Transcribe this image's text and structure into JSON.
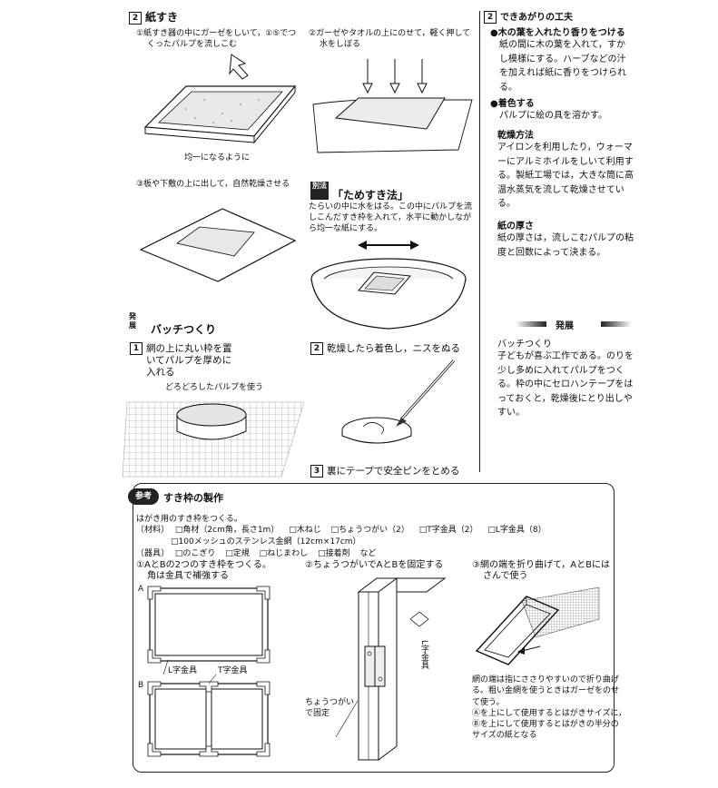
{
  "section2": {
    "num": "2",
    "title": "紙すき",
    "step1": {
      "line1": "①紙すき器の中にガーゼをしいて，①⑤でつ",
      "line2": "くったパルプを流しこむ",
      "caption": "均一になるように"
    },
    "step2": {
      "line1": "②ガーゼやタオルの上にのせて，軽く押して",
      "line2": "水をしぼる"
    },
    "step3": {
      "text": "③板や下敷の上に出して，自然乾燥させる"
    }
  },
  "betsuho": {
    "badge": "別法",
    "title": "「ためすき法」",
    "line1": "たらいの中に水をはる。この中にパルプを流",
    "line2": "しこんだすき枠を入れて，水平に動かしなが",
    "line3": "ら均一な紙にする。"
  },
  "batch": {
    "badge_top": "発",
    "badge_bottom": "展",
    "title": "バッチつくり",
    "step1": {
      "num": "1",
      "line1": "網の上に丸い枠を置",
      "line2": "いてパルプを厚めに",
      "line3": "入れる",
      "note": "どろどろしたパルプを使う"
    },
    "step2": {
      "num": "2",
      "text": "乾燥したら着色し，ニスをぬる"
    },
    "step3": {
      "num": "3",
      "text": "裏にテープで安全ピンをとめる"
    }
  },
  "sidebar": {
    "num": "2",
    "title": "できあがりの工夫",
    "bullet1": {
      "head": "●木の葉を入れたり香りをつける",
      "lines": [
        "紙の間に木の葉を入れて，すか",
        "し模様にする。ハーブなどの汁",
        "を加えれば紙に香りをつけられ",
        "る。"
      ]
    },
    "bullet2": {
      "head": "●着色する",
      "lines": [
        "パルプに絵の具を溶かす。"
      ]
    },
    "drying": {
      "head": "乾燥方法",
      "lines": [
        "アイロンを利用したり，ウォーマ",
        "ーにアルミホイルをしいて利用す",
        "る。製紙工場では，大きな筒に高",
        "温水蒸気を流して乾燥させてい",
        "る。"
      ]
    },
    "thickness": {
      "head": "紙の厚さ",
      "lines": [
        "紙の厚さは，流しこむパルプの粘",
        "度と回数によって決まる。"
      ]
    },
    "hatten": {
      "label": "発展"
    },
    "batch": {
      "head": "バッチつくり",
      "lines": [
        "子どもが喜ぶ工作である。のりを",
        "少し多めに入れてパルプをつく",
        "る。枠の中にセロハンテープをは",
        "っておくと，乾燥後にとり出しや",
        "すい。"
      ]
    }
  },
  "sanko": {
    "badge": "参考",
    "title": "すき枠の製作",
    "intro": "はがき用のすき枠をつくる。",
    "materials_label": "〔材料〕",
    "materials": [
      "□角材（2cm角，長さ1m）",
      "□木ねじ",
      "□ちょうつがい（2）",
      "□T字金具（2）",
      "□L字金具（8）"
    ],
    "materials2": "□100メッシュのステンレス金網（12cm×17cm）",
    "tools_label": "〔器具〕",
    "tools": [
      "□のこぎり",
      "□定規",
      "□ねじまわし",
      "□接着剤",
      "など"
    ],
    "step1": {
      "line1": "①AとBの2つのすき枠をつくる。",
      "line2": "角は金具で補強する",
      "labelA": "A",
      "labelB": "B",
      "l_label": "L字金具",
      "t_label": "T字金具"
    },
    "step2": {
      "text": "②ちょうつがいでAとBを固定する",
      "hinge_label1": "ちょうつがい",
      "hinge_label2": "で固定",
      "l_label": "L字金具"
    },
    "step3": {
      "line1": "③網の端を折り曲げて，AとBには",
      "line2": "さんで使う",
      "notes": [
        "網の端は指にささりやすいので折り曲げ",
        "る。粗い金網を使うときはガーゼをのせ",
        "て使う。",
        "Ⓐを上にして使用するとはがきサイズに，",
        "Ⓑを上にして使用するとはがきの半分の",
        "サイズの紙となる"
      ]
    }
  }
}
